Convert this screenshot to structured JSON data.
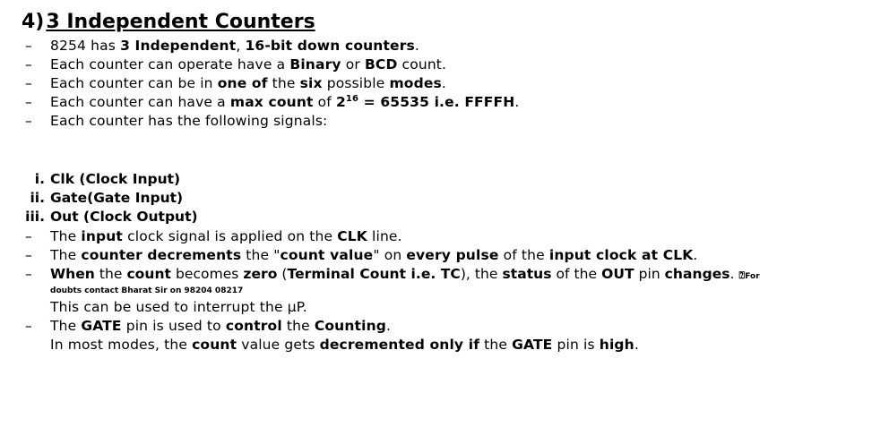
{
  "heading": {
    "number": "4)",
    "title": "3 Independent Counters"
  },
  "dash": "–",
  "bullets": {
    "b1": {
      "t1": "8254 has ",
      "t2": "3 Independent",
      "t3": ", ",
      "t4": "16-bit down counters",
      "t5": "."
    },
    "b2": {
      "t1": "Each counter can operate have a ",
      "t2": "Binary",
      "t3": " or ",
      "t4": "BCD",
      "t5": " count."
    },
    "b3": {
      "t1": "Each counter can be in ",
      "t2": "one of",
      "t3": " the ",
      "t4": "six",
      "t5": " possible ",
      "t6": "modes",
      "t7": "."
    },
    "b4": {
      "t1": "Each counter can have a ",
      "t2": "max count",
      "t3": " of ",
      "t4": "2",
      "t5": "16",
      "t6": " = 65535 i.e. FFFFH",
      "t7": "."
    },
    "b5": {
      "t1": "Each counter has the following signals:"
    }
  },
  "signals": [
    {
      "numeral": "i.",
      "label": "Clk (Clock Input)"
    },
    {
      "numeral": "ii.",
      "label": "Gate(Gate Input)"
    },
    {
      "numeral": "iii.",
      "label": "Out (Clock Output)"
    }
  ],
  "details": {
    "d1": {
      "t1": "The ",
      "t2": "input",
      "t3": " clock signal is applied on the ",
      "t4": "CLK",
      "t5": " line."
    },
    "d2": {
      "t1": "The ",
      "t2": "counter decrements",
      "t3": " the \"",
      "t4": "count value",
      "t5": "\" on ",
      "t6": "every pulse",
      "t7": " of the ",
      "t8": "input clock at CLK",
      "t9": "."
    },
    "d3": {
      "t1": "When",
      "t2": " the ",
      "t3": "count",
      "t4": " becomes ",
      "t5": "zero",
      "t6": " (",
      "t7": "Terminal Count i.e. TC",
      "t8": "), the ",
      "t9": "status",
      "t10": " of the ",
      "t11": "OUT",
      "t12": " pin ",
      "t13": "changes",
      "t14": ". ",
      "icon": "⍰",
      "for": "For"
    },
    "note": "doubts contact Bharat Sir on 98204 08217",
    "d3b": "This can be used to interrupt the µP.",
    "d4": {
      "t1": "The ",
      "t2": "GATE",
      "t3": " pin is used to ",
      "t4": "control",
      "t5": " the ",
      "t6": "Counting",
      "t7": "."
    },
    "d4b": {
      "t1": "In most modes, the ",
      "t2": "count",
      "t3": " value gets ",
      "t4": "decremented only if",
      "t5": " the ",
      "t6": "GATE",
      "t7": " pin is ",
      "t8": "high",
      "t9": "."
    }
  }
}
